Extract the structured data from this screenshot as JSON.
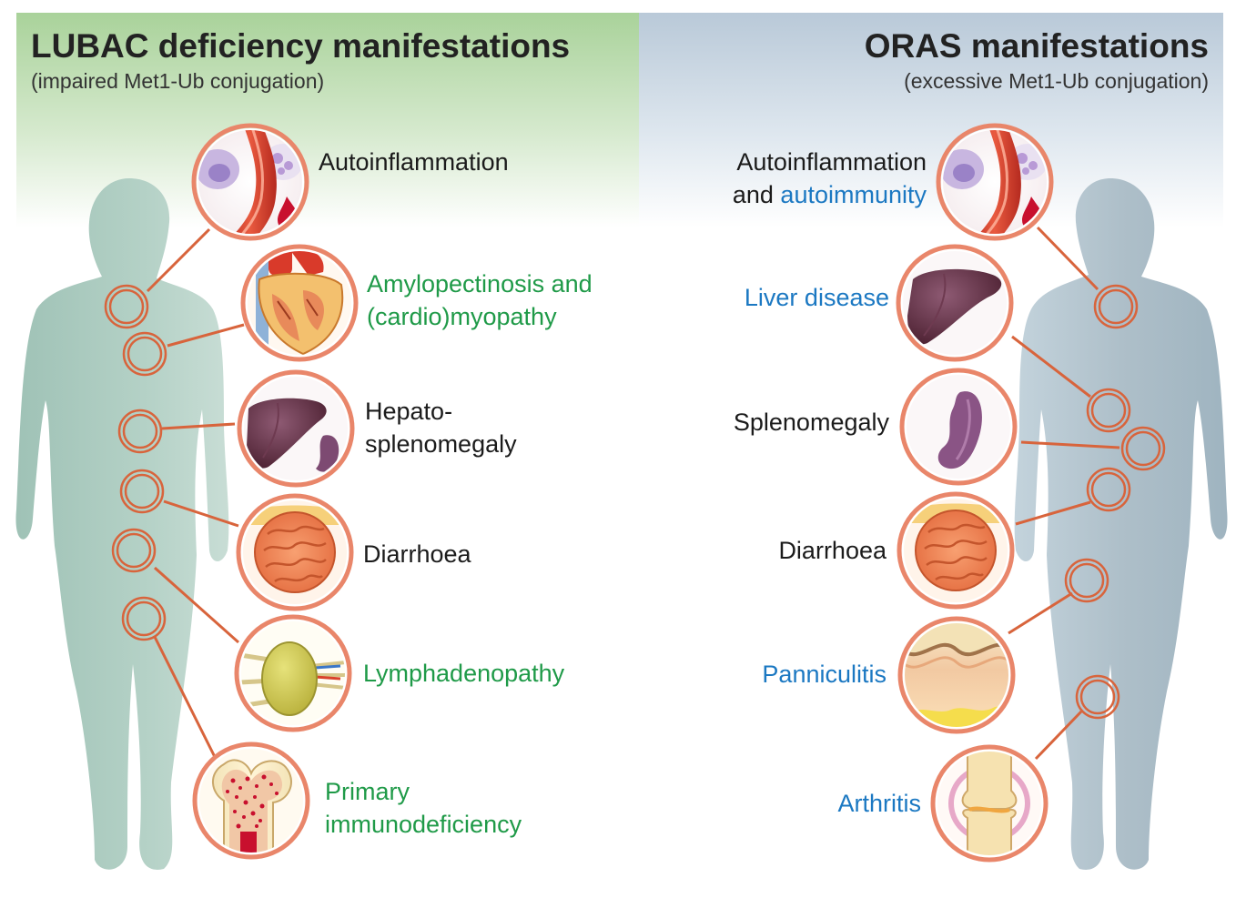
{
  "left_panel": {
    "title": "LUBAC deficiency manifestations",
    "subtitle": "(impaired Met1-Ub conjugation)",
    "items": [
      {
        "line1": "Autoinflammation",
        "icon": "blood-vessel-cells-icon"
      },
      {
        "line1": "Amylopectinosis and",
        "line2": "(cardio)myopathy",
        "icon": "heart-icon"
      },
      {
        "line1": "Hepato-",
        "line2": "splenomegaly",
        "icon": "liver-spleen-icon"
      },
      {
        "line1": "Diarrhoea",
        "icon": "intestine-icon"
      },
      {
        "line1": "Lymphadenopathy",
        "icon": "lymph-node-icon"
      },
      {
        "line1": "Primary",
        "line2": "immunodeficiency",
        "icon": "bone-marrow-icon"
      }
    ]
  },
  "right_panel": {
    "title": "ORAS manifestations",
    "subtitle": "(excessive Met1-Ub conjugation)",
    "items": [
      {
        "line1": "Autoinflammation",
        "line2_prefix": "and ",
        "line2_highlight": "autoimmunity",
        "icon": "blood-vessel-cells-icon"
      },
      {
        "line1": "Liver disease",
        "icon": "liver-icon"
      },
      {
        "line1": "Splenomegaly",
        "icon": "spleen-icon"
      },
      {
        "line1": "Diarrhoea",
        "icon": "intestine-icon"
      },
      {
        "line1": "Panniculitis",
        "icon": "fat-tissue-icon"
      },
      {
        "line1": "Arthritis",
        "icon": "joint-icon"
      }
    ]
  },
  "colors": {
    "green_label": "#1f9a48",
    "blue_label": "#1b78c2",
    "connector": "#d8643c",
    "left_header_bg": "#a9d29a",
    "right_header_bg": "#b9c9d8",
    "left_silhouette": "#a9c8bd",
    "right_silhouette": "#a9bfca"
  }
}
